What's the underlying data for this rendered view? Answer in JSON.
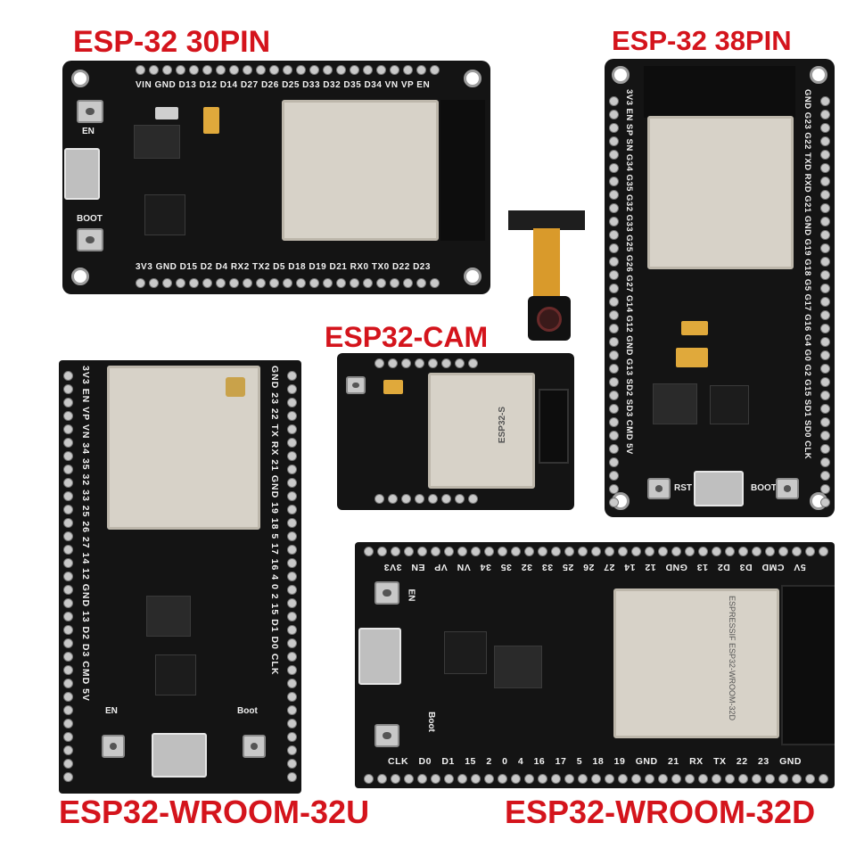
{
  "titles": {
    "esp32_30pin": "ESP-32 30PIN",
    "esp32_38pin": "ESP-32 38PIN",
    "esp32_cam": "ESP32-CAM",
    "esp32_wroom_32u": "ESP32-WROOM-32U",
    "esp32_wroom_32d": "ESP32-WROOM-32D"
  },
  "board_30pin": {
    "top_pins": "VIN GND D13 D12 D14 D27 D26 D25 D33 D32 D35 D34 VN VP EN",
    "bottom_pins": "3V3 GND D15 D2 D4 RX2 TX2 D5 D18 D19 D21 RX0 TX0 D22 D23",
    "en_label": "EN",
    "boot_label": "BOOT"
  },
  "board_38pin": {
    "left_pins": "3V3 EN SP SN G34 G35 G32 G33 G25 G26 G27 G14 G12 GND G13 SD2 SD3 CMD 5V",
    "right_pins": "GND G23 G22 TXD RXD G21 GND G19 G18 G5 G17 G16 G4 G0 G2 G15 SD1 SD0 CLK",
    "rst_label": "RST",
    "boot_label": "BOOT"
  },
  "board_cam": {
    "module_text": "ESP32-S"
  },
  "board_32u": {
    "left_pins": "3V3 EN VP VN 34 35 32 33 25 26 27 14 12 GND 13 D2 D3 CMD 5V",
    "right_pins": "GND 23 22 TX RX 21 GND 19 18 5 17 16 4 0 2 15 D1 D0 CLK",
    "en_label": "EN",
    "boot_label": "Boot"
  },
  "board_32d": {
    "top_pins": "5V CMD D3 D2 13 GND 12 14 27 26 25 33 32 35 34 VN VP EN 3V3",
    "bottom_pins": "CLK D0 D1 15 2 0 4 16 17 5 18 19 GND 21 RX TX 22 23 GND",
    "en_label": "EN",
    "boot_label": "Boot",
    "module_text": "ESPRESSIF ESP32-WROOM-32D"
  }
}
